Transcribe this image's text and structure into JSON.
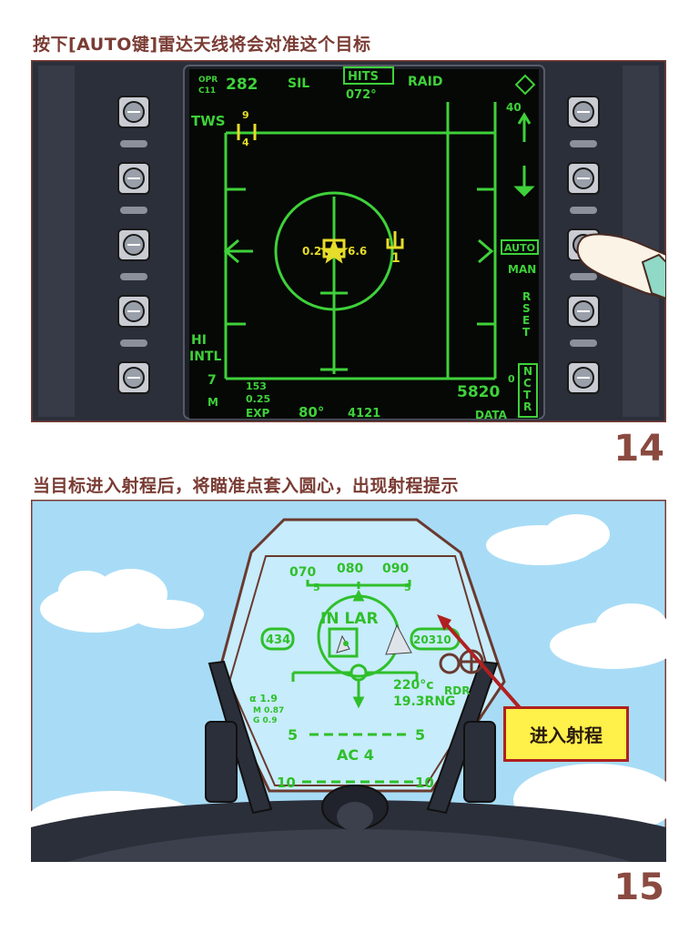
{
  "panel14": {
    "caption": "按下[AUTO键]雷达天线将会对准这个目标",
    "page_number": "14",
    "mfd": {
      "opr": "OPR",
      "c11": "C11",
      "range_val": "282",
      "sil": "SIL",
      "hits": "HITS",
      "raid": "RAID",
      "heading": "072°",
      "tws": "TWS",
      "tick_9": "9",
      "tick_4": "4",
      "scale_40": "40",
      "target_left_val": "0.2",
      "target_right_val": "6.6",
      "target_id": "1",
      "auto": "AUTO",
      "man": "MAN",
      "rset": "RSET",
      "hi": "HI",
      "intl": "INTL",
      "seven": "7",
      "m": "M",
      "v153": "153",
      "v025": "0.25",
      "exp": "EXP",
      "deg80": "80°",
      "v4121": "4121",
      "v5820": "5820",
      "zero": "0",
      "nctr": "NCTR",
      "data": "DATA"
    },
    "colors": {
      "screen_green": "#3fd13a",
      "target_yellow": "#e6dc2a",
      "frame": "#2b2f3a",
      "screen": "#050805"
    }
  },
  "panel15": {
    "caption": "当目标进入射程后，将瞄准点套入圆心，出现射程提示",
    "page_number": "15",
    "hud": {
      "heading_070": "070",
      "heading_080": "080",
      "heading_090": "090",
      "tick_5a": "5",
      "tick_5b": "5",
      "in_lar": "IN LAR",
      "speed": "434",
      "altitude": "20310",
      "alpha": "α 1.9",
      "mach": "M 0.87",
      "g": "G 0.9",
      "aspect": "220°c",
      "rdr": "RDR",
      "range": "19.3RNG",
      "pitch_5_left": "5",
      "pitch_5_right": "5",
      "ac": "AC 4",
      "pitch_10_left": "10",
      "pitch_10_right": "10"
    },
    "callout": "进入射程",
    "colors": {
      "sky": "#a8dcf6",
      "hud_green": "#2fbf2a",
      "canopy": "#6a3a30"
    }
  }
}
